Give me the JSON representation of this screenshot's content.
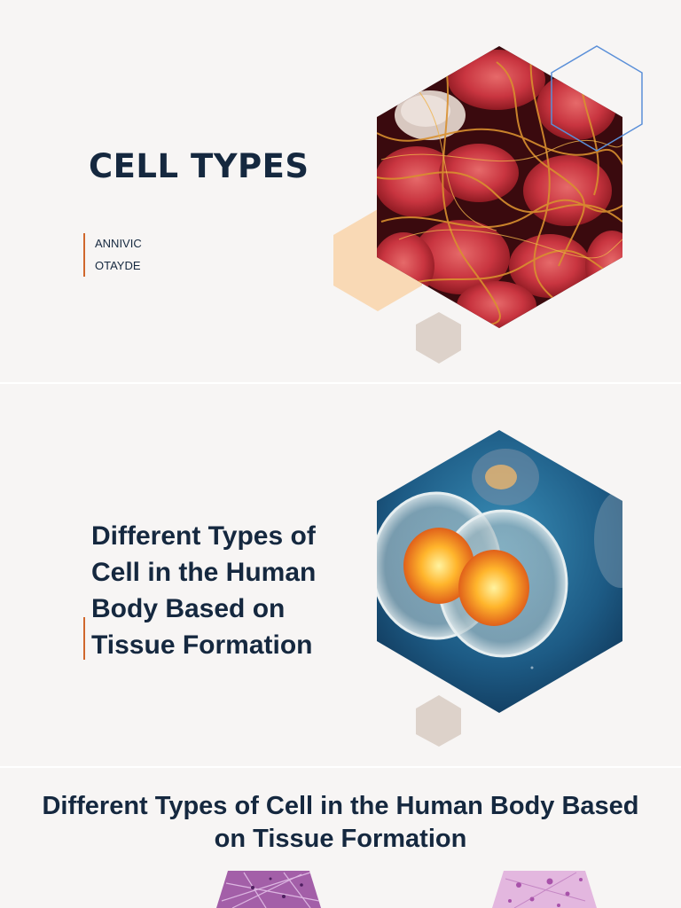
{
  "slide1": {
    "title": "CELL TYPES",
    "author_line1": "ANNIVIC",
    "author_line2": "OTAYDE",
    "image_icon": "red-blood-cells-image",
    "colors": {
      "accent": "#d0672c",
      "title": "#15283f",
      "hex_outline": "#5a8fd8",
      "hex_peach": "#f9d9b5",
      "hex_gray": "#ddd2ca"
    }
  },
  "slide2": {
    "title": "Different Types of Cell in the Human Body Based on Tissue Formation",
    "image_icon": "dividing-cell-image"
  },
  "slide3": {
    "title": "Different Types of Cell in the Human Body Based on Tissue Formation",
    "image_icons": [
      "tissue-micrograph-left",
      "tissue-micrograph-right"
    ]
  }
}
